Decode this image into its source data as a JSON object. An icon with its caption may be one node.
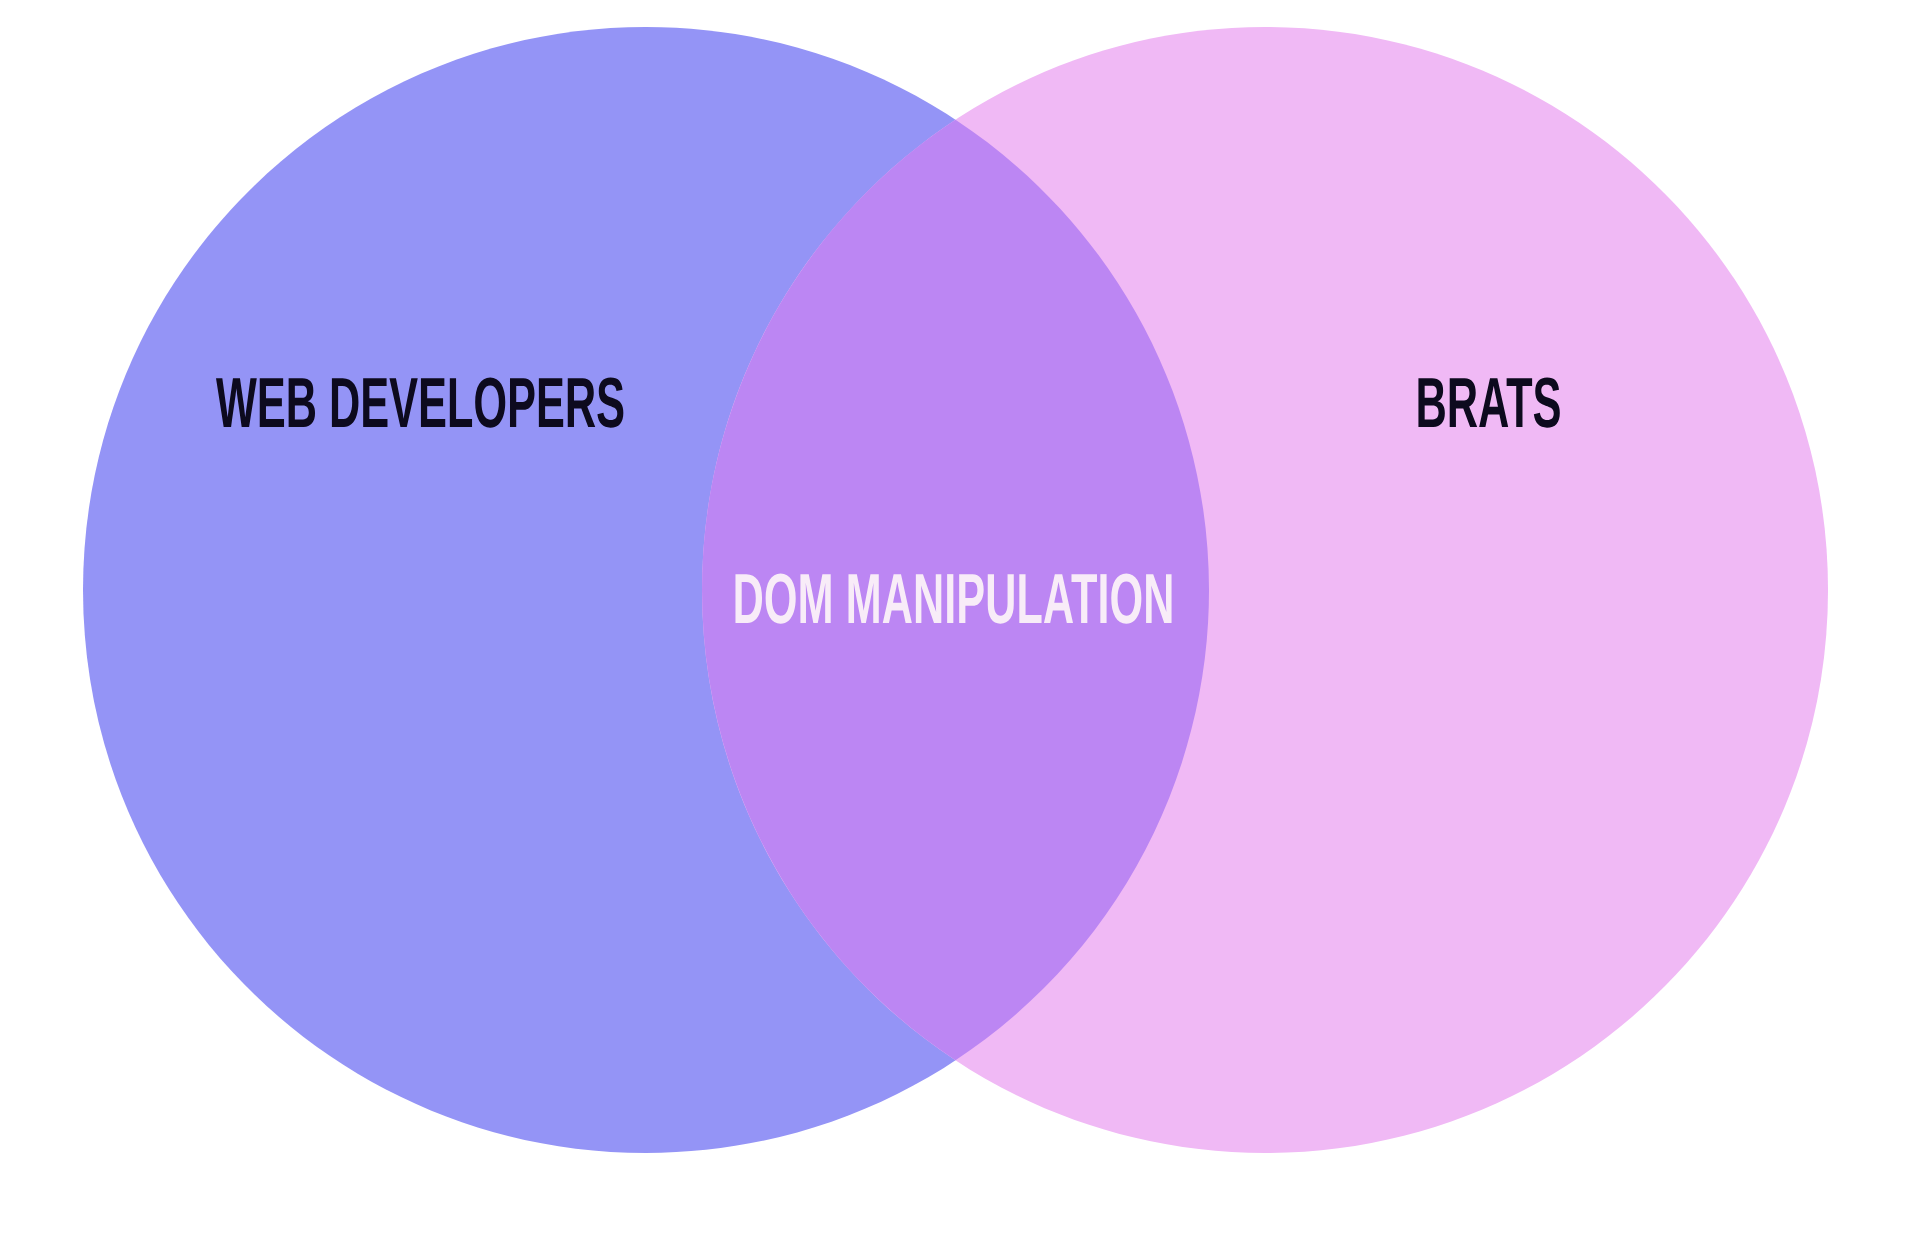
{
  "diagram": {
    "nodes": [
      {
        "text": [
          "WEB DEVELOPERS"
        ]
      },
      {
        "text": [
          "BRATS"
        ]
      }
    ],
    "labels": [
      "DOM MANIPULATION"
    ]
  }
}
